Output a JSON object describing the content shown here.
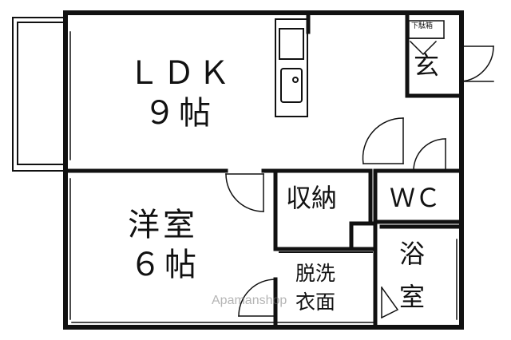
{
  "rooms": {
    "ldk": {
      "name": "ＬＤＫ",
      "size": "９帖"
    },
    "western": {
      "name": "洋室",
      "size": "６帖"
    },
    "storage": {
      "name": "収納"
    },
    "wc": {
      "name": "ＷＣ"
    },
    "washroom": {
      "line1": "脱洗",
      "line2": "衣面"
    },
    "bath": {
      "line1": "浴",
      "line2": "室"
    },
    "entrance": {
      "name": "玄",
      "shoe_box": "下駄箱"
    }
  },
  "watermark": "Apamanshop"
}
